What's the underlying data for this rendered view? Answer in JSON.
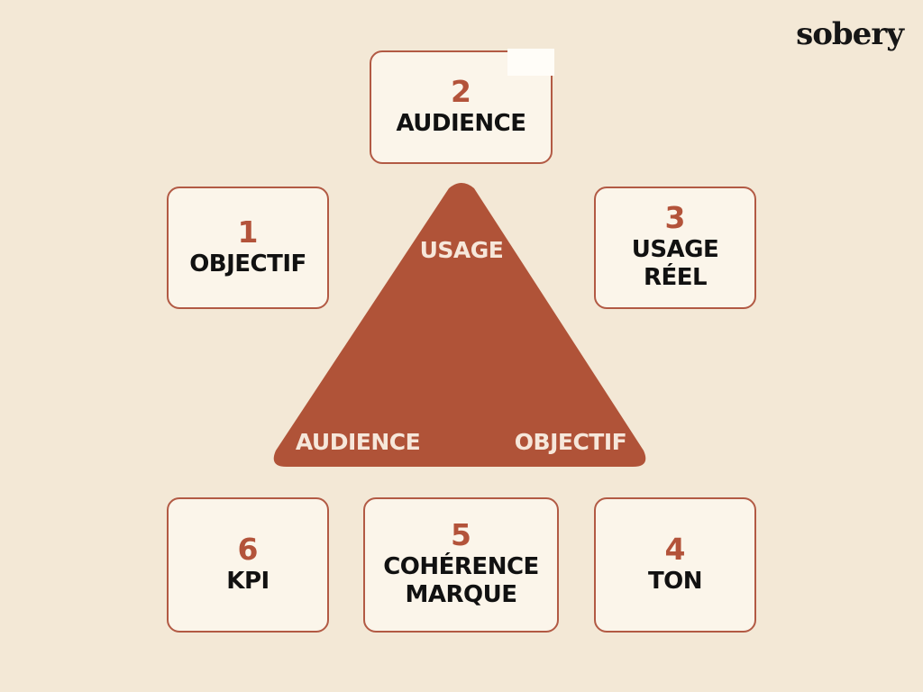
{
  "brand": {
    "logo_text": "sobery"
  },
  "triangle": {
    "color": "#b05338",
    "top_label": "USAGE",
    "left_label": "AUDIENCE",
    "right_label": "OBJECTIF"
  },
  "cards": [
    {
      "number": "2",
      "lines": [
        "AUDIENCE"
      ]
    },
    {
      "number": "1",
      "lines": [
        "OBJECTIF"
      ]
    },
    {
      "number": "3",
      "lines": [
        "USAGE",
        "RÉEL"
      ]
    },
    {
      "number": "6",
      "lines": [
        "KPI"
      ]
    },
    {
      "number": "5",
      "lines": [
        "COHÉRENCE",
        "MARQUE"
      ]
    },
    {
      "number": "4",
      "lines": [
        "TON"
      ]
    }
  ],
  "colors": {
    "background": "#f3e8d6",
    "card_fill": "#fbf5ea",
    "card_border": "#b25a44",
    "number": "#b3533a",
    "label": "#111111"
  }
}
